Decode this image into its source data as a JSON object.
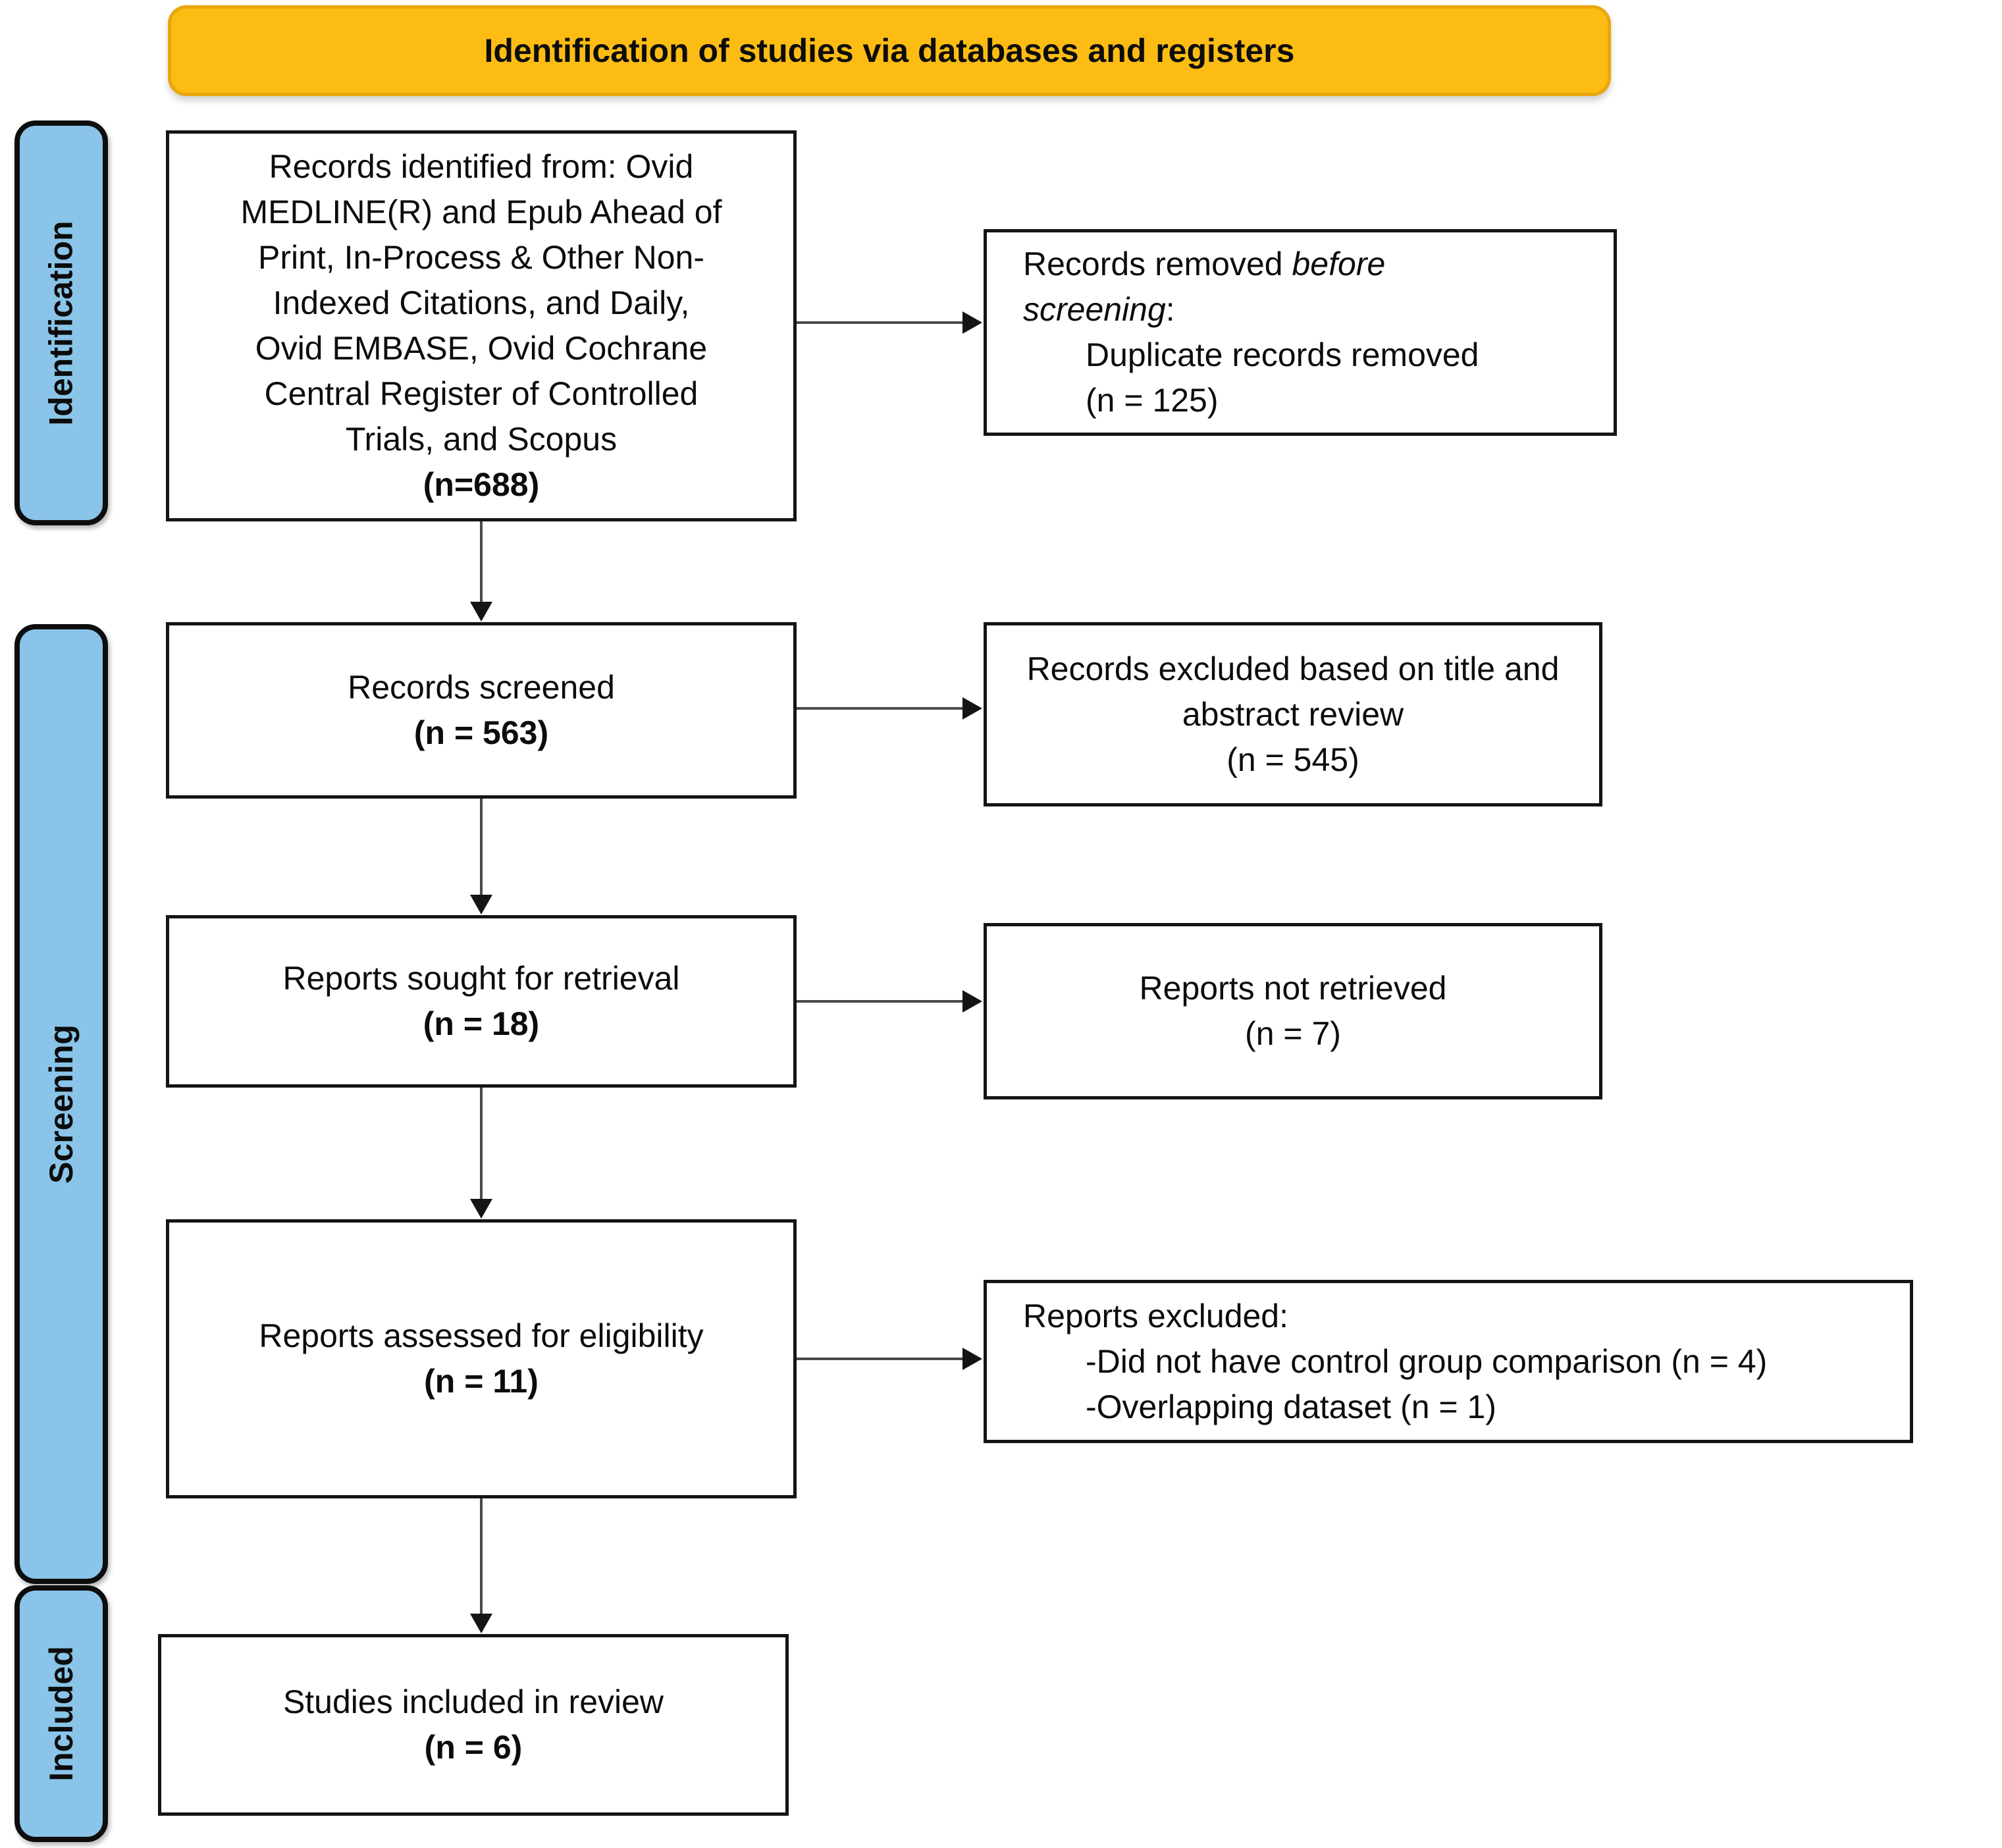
{
  "banner": {
    "title": "Identification of studies via databases and registers"
  },
  "stages": [
    {
      "label": "Identification"
    },
    {
      "label": "Screening"
    },
    {
      "label": "Included"
    }
  ],
  "colors": {
    "banner_fill": "#fcbc13",
    "stage_fill": "#8ac4e8",
    "box_border": "#141414",
    "arrow_line": "#4a4a4a",
    "text": "#0c0c0c"
  },
  "boxes": {
    "identified": {
      "lines": [
        "Records identified from: Ovid",
        "MEDLINE(R) and Epub Ahead of",
        "Print, In-Process & Other Non-",
        "Indexed Citations, and Daily,",
        "Ovid EMBASE, Ovid Cochrane",
        "Central Register of Controlled",
        "Trials, and Scopus"
      ],
      "n": "(n=688)"
    },
    "removed_before": {
      "line1_regular": "Records removed ",
      "line1_italic": "before",
      "line2_italic": "screening",
      "line2_suffix": ":",
      "item": "Duplicate records removed",
      "item_n": "(n = 125)"
    },
    "screened": {
      "text": "Records screened",
      "n": "(n = 563)"
    },
    "excluded_title_abstract": {
      "text": "Records excluded based on title and abstract review",
      "n": "(n = 545)"
    },
    "sought": {
      "text": "Reports sought for retrieval",
      "n": "(n = 18)"
    },
    "not_retrieved": {
      "text": "Reports not retrieved",
      "n": "(n = 7)"
    },
    "assessed": {
      "text": "Reports assessed for eligibility",
      "n": "(n = 11)"
    },
    "excluded_reports": {
      "title": "Reports excluded:",
      "items": [
        "-Did not have control group comparison (n = 4)",
        "-Overlapping dataset (n = 1)"
      ]
    },
    "included": {
      "text": "Studies included in review",
      "n": "(n = 6)"
    }
  }
}
